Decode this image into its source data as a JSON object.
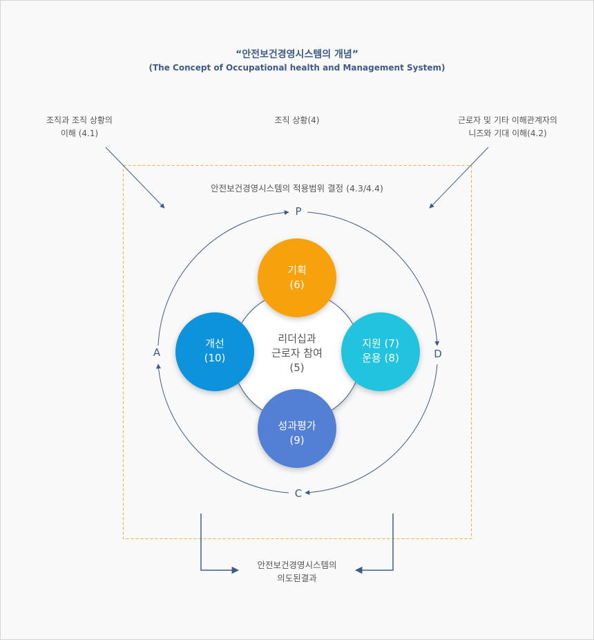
{
  "header": {
    "title": "“안전보건경영시스템의 개념”",
    "subtitle": "(The Concept of Occupational health and Management System)"
  },
  "inputs": {
    "left": [
      "조직과 조직 상황의",
      "이해 (4.1)"
    ],
    "center": "조직 상황(4)",
    "right": [
      "근로자 및 기타 이해관계자의",
      "니즈와 기대 이해(4.2)"
    ]
  },
  "scope": "안전보건경영시스템의 적용범위 결정 (4.3/4.4)",
  "pdca": {
    "p": "P",
    "d": "D",
    "c": "C",
    "a": "A"
  },
  "center": [
    "리더십과",
    "근로자 참여",
    "(5)"
  ],
  "circles": {
    "planning": {
      "line1": "기획",
      "line2": "(6)"
    },
    "support": {
      "line1": "지원 (7)",
      "line2": "운용 (8)"
    },
    "evaluation": {
      "line1": "성과평가",
      "line2": "(9)"
    },
    "improvement": {
      "line1": "개선",
      "line2": "(10)"
    }
  },
  "result": [
    "안전보건경영시스템의",
    "의도된결과"
  ],
  "colors": {
    "planning": "#f7a20c",
    "support": "#22c3de",
    "evaluation": "#5280d4",
    "improvement": "#0a92dc",
    "arrow": "#3d5a8a",
    "dashed_border": "#f0b040"
  }
}
